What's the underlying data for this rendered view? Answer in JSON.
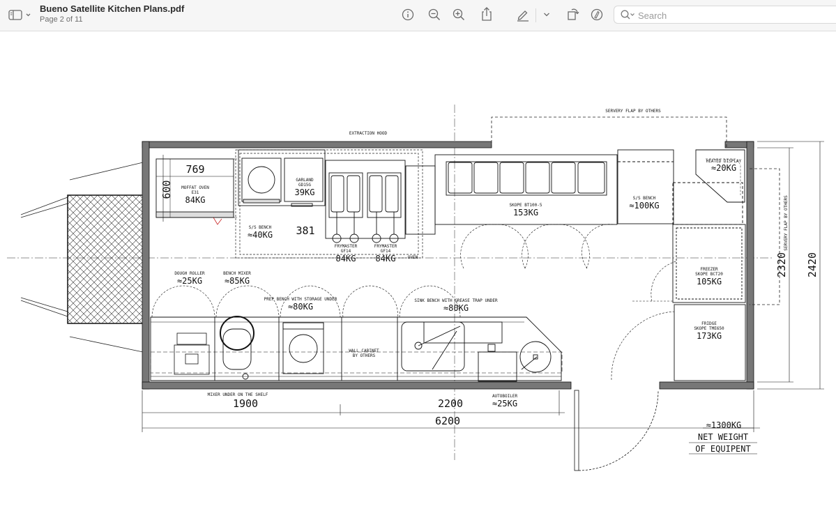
{
  "window": {
    "title": "Bueno Satellite Kitchen Plans.pdf",
    "subtitle": "Page 2 of 11"
  },
  "toolbar": {
    "sidebar_icon": "sidebar-icon",
    "info_icon": "info-icon",
    "zoom_out_icon": "zoom-out-icon",
    "zoom_in_icon": "zoom-in-icon",
    "share_icon": "share-icon",
    "markup_icon": "pen-icon",
    "markup_menu_icon": "chevron-down-icon",
    "rotate_icon": "rotate-icon",
    "annotate_icon": "annotate-icon",
    "search_placeholder": "Search"
  },
  "plan": {
    "extraction_hood": "EXTRACTION HOOD",
    "servery_flap_top": "SERVERY FLAP BY OTHERS",
    "servery_flap_right": "SERVERY FLAP BY OTHERS",
    "moffat_dim_w": "769",
    "moffat_dim_d": "600",
    "moffat_label": "MOFFAT OVEN",
    "moffat_model": "E31",
    "moffat_weight": "84KG",
    "garland_label": "GARLAND",
    "garland_model": "GD15G",
    "garland_weight": "39KG",
    "ss_bench_left_label": "S/S BENCH",
    "ss_bench_left_weight": "≈40KG",
    "gap_dim": "381",
    "frymaster1_label": "FRYMASTER",
    "frymaster1_model": "GF14",
    "frymaster1_weight": "84KG",
    "frymaster2_label": "FRYMASTER",
    "frymaster2_model": "GF14",
    "frymaster2_weight": "84KG",
    "oven_note": "OVEN",
    "skope_display_label": "SKOPE BT100-5",
    "skope_display_weight": "153KG",
    "ss_bench_right_label": "S/S BENCH",
    "ss_bench_right_weight": "≈100KG",
    "heated_display_label": "HEATED DISPLAY",
    "heated_display_weight": "≈20KG",
    "freezer_label": "FREEZER",
    "freezer_model": "SKOPE BCT20",
    "freezer_weight": "105KG",
    "fridge_label": "FRIDGE",
    "fridge_model": "SKOPE TME650",
    "fridge_weight": "173KG",
    "dough_roller_label": "DOUGH ROLLER",
    "dough_roller_weight": "≈25KG",
    "bench_mixer_label": "BENCH MIXER",
    "bench_mixer_weight": "≈85KG",
    "prep_bench_label": "PREP BENCH WITH STORAGE UNDER",
    "prep_bench_weight": "≈80KG",
    "sink_bench_label": "SINK BENCH WITH GREASE TRAP UNDER",
    "sink_bench_weight": "≈80KG",
    "wall_cabinet_label": "WALL CABINET",
    "wall_cabinet_sub": "BY OTHERS",
    "mixer_under_label": "MIXER UNDER ON THE SHELF",
    "autoboiler_label": "AUTOBOILER",
    "autoboiler_weight": "≈25KG",
    "dim_1900": "1900",
    "dim_2200": "2200",
    "dim_6200": "6200",
    "dim_2320": "2320",
    "dim_2420": "2420",
    "total_weight": "≈1300KG",
    "net_weight_label": "NET WEIGHT",
    "of_equipment_label": "OF EQUIPENT"
  }
}
